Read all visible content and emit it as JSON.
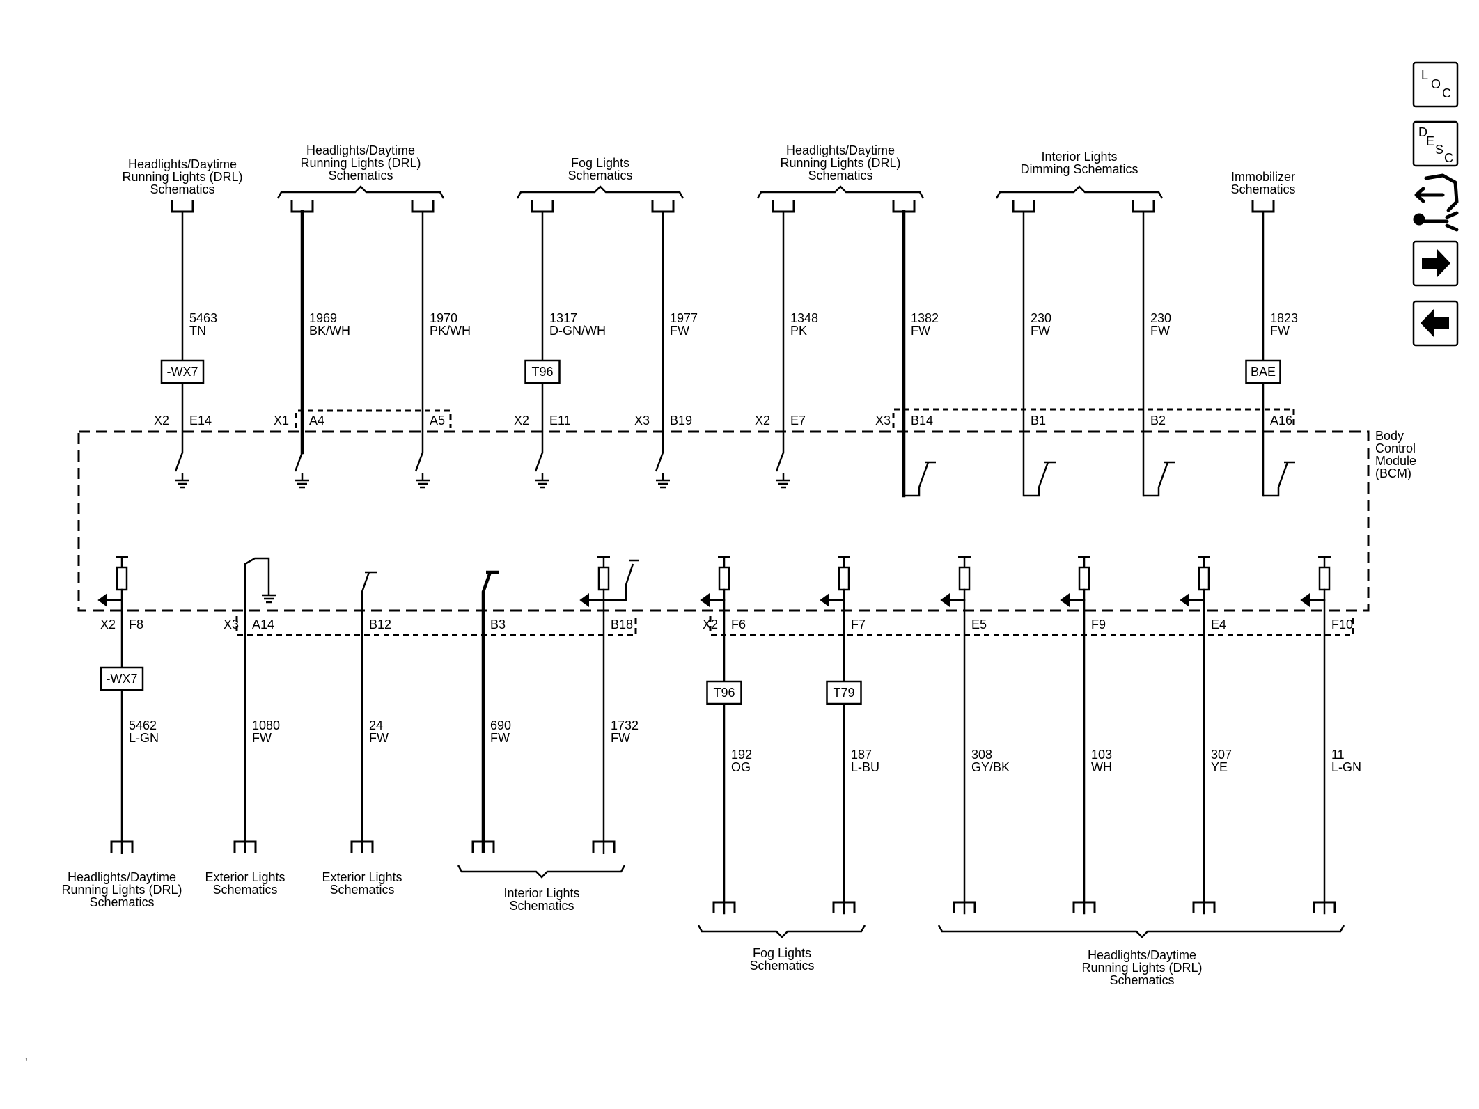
{
  "module_label": [
    "Body",
    "Control",
    "Module",
    "(BCM)"
  ],
  "top_circuits": [
    {
      "dest": [
        "Headlights/Daytime",
        "Running Lights (DRL)",
        "Schematics"
      ],
      "circuit": "5463",
      "color": "TN",
      "option": "-WX7",
      "connector": "X2",
      "pin": "E14",
      "type": "ground"
    },
    {
      "dest": [
        "Headlights/Daytime",
        "Running Lights (DRL)",
        "Schematics"
      ],
      "circuit": "1969",
      "color": "BK/WH",
      "option": "",
      "connector": "X1",
      "pin": "A4",
      "type": "ground"
    },
    {
      "dest": [],
      "circuit": "1970",
      "color": "PK/WH",
      "option": "",
      "connector": "",
      "pin": "A5",
      "type": "ground"
    },
    {
      "dest": [
        "Fog Lights",
        "Schematics"
      ],
      "circuit": "1317",
      "color": "D-GN/WH",
      "option": "T96",
      "connector": "X2",
      "pin": "E11",
      "type": "ground"
    },
    {
      "dest": [],
      "circuit": "1977",
      "color": "FW",
      "option": "",
      "connector": "X3",
      "pin": "B19",
      "type": "ground"
    },
    {
      "dest": [
        "Headlights/Daytime",
        "Running Lights (DRL)",
        "Schematics"
      ],
      "circuit": "1348",
      "color": "PK",
      "option": "",
      "connector": "X2",
      "pin": "E7",
      "type": "ground"
    },
    {
      "dest": [],
      "circuit": "1382",
      "color": "FW",
      "option": "",
      "connector": "X3",
      "pin": "B14",
      "type": "switch"
    },
    {
      "dest": [
        "Interior Lights",
        "Dimming Schematics"
      ],
      "circuit": "230",
      "color": "FW",
      "option": "",
      "connector": "",
      "pin": "B1",
      "type": "switch"
    },
    {
      "dest": [],
      "circuit": "230",
      "color": "FW",
      "option": "",
      "connector": "",
      "pin": "B2",
      "type": "switch"
    },
    {
      "dest": [
        "Immobilizer",
        "Schematics"
      ],
      "circuit": "1823",
      "color": "FW",
      "option": "BAE",
      "connector": "",
      "pin": "A16",
      "type": "switch"
    }
  ],
  "bottom_circuits": [
    {
      "dest": [
        "Headlights/Daytime",
        "Running Lights (DRL)",
        "Schematics"
      ],
      "circuit": "5462",
      "color": "L-GN",
      "option": "-WX7",
      "connector": "X2",
      "pin": "F8",
      "type": "driver"
    },
    {
      "dest": [
        "Exterior Lights",
        "Schematics"
      ],
      "circuit": "1080",
      "color": "FW",
      "option": "",
      "connector": "X3",
      "pin": "A14",
      "type": "ground-switch"
    },
    {
      "dest": [
        "Exterior Lights",
        "Schematics"
      ],
      "circuit": "24",
      "color": "FW",
      "option": "",
      "connector": "",
      "pin": "B12",
      "type": "switch"
    },
    {
      "dest": [
        "Interior Lights",
        "Schematics"
      ],
      "circuit": "690",
      "color": "FW",
      "option": "",
      "connector": "",
      "pin": "B3",
      "type": "switch"
    },
    {
      "dest": [],
      "circuit": "1732",
      "color": "FW",
      "option": "",
      "connector": "",
      "pin": "B18",
      "type": "driver-switch"
    },
    {
      "dest": [
        "Fog Lights",
        "Schematics"
      ],
      "circuit": "192",
      "color": "OG",
      "option": "T96",
      "connector": "X2",
      "pin": "F6",
      "type": "driver"
    },
    {
      "dest": [],
      "circuit": "187",
      "color": "L-BU",
      "option": "T79",
      "connector": "",
      "pin": "F7",
      "type": "driver"
    },
    {
      "dest": [
        "Headlights/Daytime",
        "Running Lights (DRL)",
        "Schematics"
      ],
      "circuit": "308",
      "color": "GY/BK",
      "option": "",
      "connector": "",
      "pin": "E5",
      "type": "driver"
    },
    {
      "dest": [],
      "circuit": "103",
      "color": "WH",
      "option": "",
      "connector": "",
      "pin": "F9",
      "type": "driver"
    },
    {
      "dest": [],
      "circuit": "307",
      "color": "YE",
      "option": "",
      "connector": "",
      "pin": "E4",
      "type": "driver"
    },
    {
      "dest": [],
      "circuit": "11",
      "color": "L-GN",
      "option": "",
      "connector": "",
      "pin": "F10",
      "type": "driver"
    }
  ],
  "nav": {
    "loc": [
      "L",
      "O",
      "C"
    ],
    "desc": [
      "D",
      "E",
      "S",
      "C"
    ],
    "icons": [
      "loc-button-icon",
      "desc-button-icon",
      "connector-tool-icon",
      "arrow-right-icon",
      "arrow-left-icon"
    ]
  }
}
